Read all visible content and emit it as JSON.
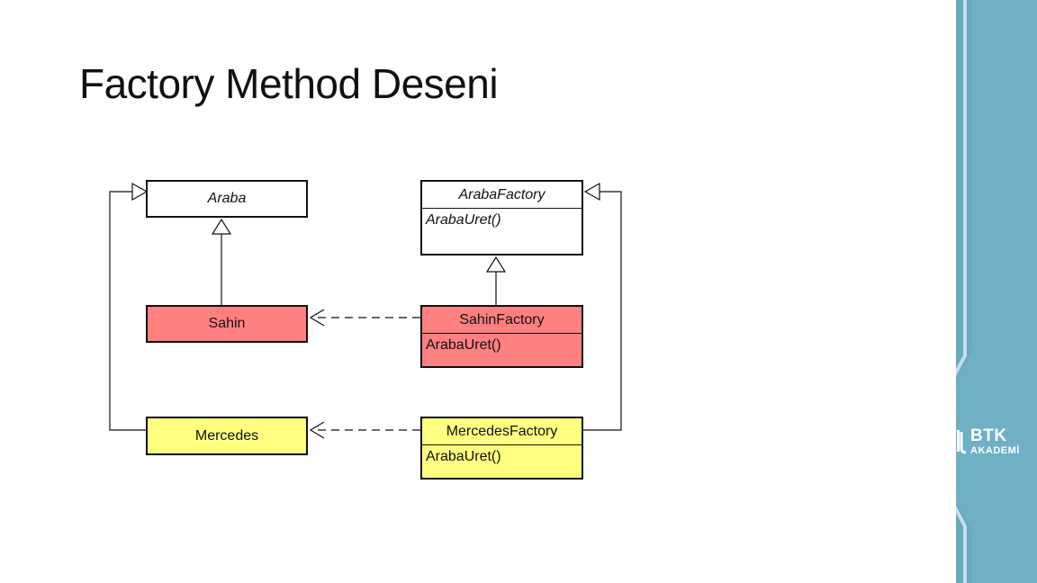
{
  "slide": {
    "title": "Factory Method Deseni"
  },
  "diagram": {
    "classes": {
      "araba": {
        "name": "Araba"
      },
      "araba_factory": {
        "name": "ArabaFactory",
        "operation": "ArabaUret()"
      },
      "sahin": {
        "name": "Sahin"
      },
      "sahin_factory": {
        "name": "SahinFactory",
        "operation": "ArabaUret()"
      },
      "mercedes": {
        "name": "Mercedes"
      },
      "mercedes_factory": {
        "name": "MercedesFactory",
        "operation": "ArabaUret()"
      }
    },
    "colors": {
      "red_class": "#ff8080",
      "yellow_class": "#ffff80",
      "brand_panel": "#6fb0c4"
    }
  },
  "brand": {
    "logo_top": "BTK",
    "logo_bottom": "AKADEMİ",
    "logo_icon": "btk-bars-icon"
  }
}
